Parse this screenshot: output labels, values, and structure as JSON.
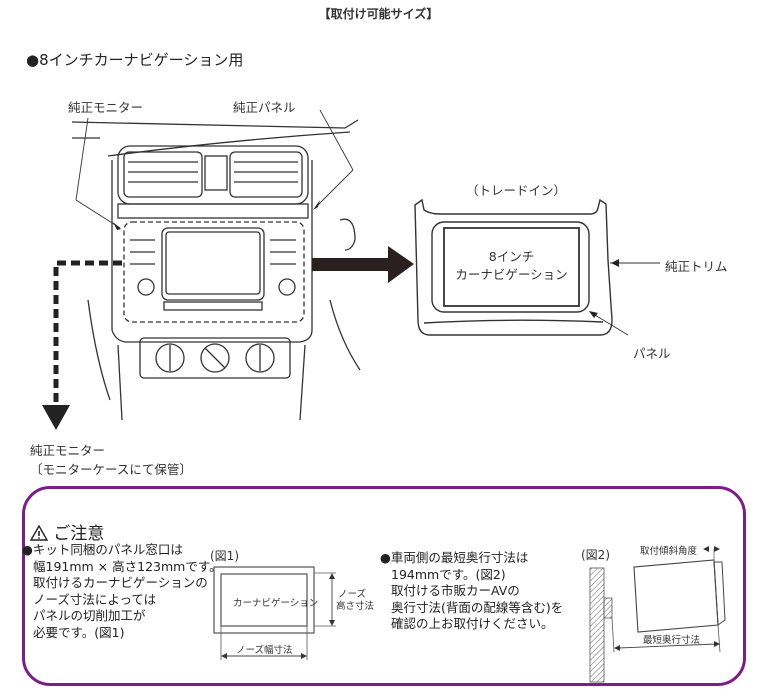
{
  "page_title": "【取付け可能サイズ】",
  "section_heading": "●8インチカーナビゲーション用",
  "dashboard_diagram": {
    "label_stock_monitor": "純正モニター",
    "label_stock_panel": "純正パネル",
    "label_stock_monitor_bottom": "純正モニター",
    "label_storage_note": "〔モニターケースにて保管〕"
  },
  "tradein_diagram": {
    "title": "（トレードイン）",
    "screen_line1": "8インチ",
    "screen_line2": "カーナビゲーション",
    "label_stock_trim": "純正トリム",
    "label_panel": "パネル"
  },
  "notice": {
    "title": "ご注意",
    "warning_icon": "warning-triangle-icon",
    "left_text": [
      "●キット同梱のパネル窓口は",
      "幅191mm × 高さ123mmです。",
      "取付けるカーナビゲーションの",
      "ノーズ寸法によっては",
      "パネルの切削加工が",
      "必要です。(図1)"
    ],
    "fig1": {
      "label": "(図1)",
      "inner_text": "カーナビゲーション",
      "height_label_line1": "ノーズ",
      "height_label_line2": "高さ寸法",
      "width_label": "ノーズ幅寸法"
    },
    "right_text": [
      "●車両側の最短奥行寸法は",
      "194mmです。(図2)",
      "取付ける市販カーAVの",
      "奥行寸法(背面の配線等含む)を",
      "確認の上お取付けください。"
    ],
    "fig2": {
      "label": "(図2)",
      "angle_label": "取付傾斜角度",
      "depth_label": "最短奥行寸法"
    },
    "border_color": "#7a1f86"
  }
}
